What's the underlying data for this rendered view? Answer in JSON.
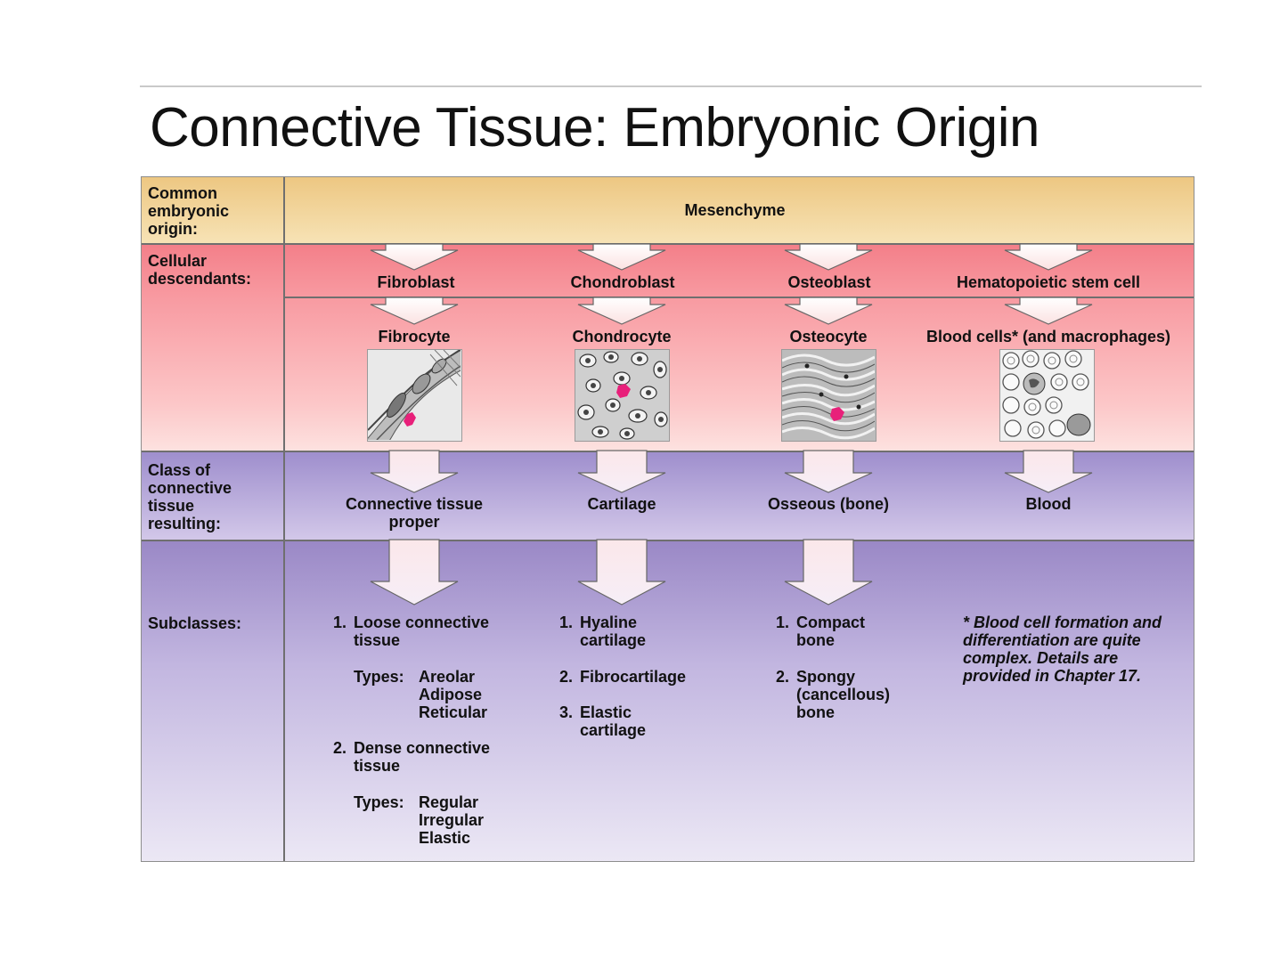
{
  "title": "Connective Tissue: Embryonic Origin",
  "row_labels": {
    "origin": "Common embryonic origin:",
    "descendants": "Cellular descendants:",
    "class": "Class of connective tissue resulting:",
    "subclasses": "Subclasses:"
  },
  "origin": "Mesenchyme",
  "columns": [
    {
      "blast": "Fibroblast",
      "cyte": "Fibrocyte",
      "class": "Connective tissue proper",
      "micrograph": "fibrocyte-micrograph"
    },
    {
      "blast": "Chondroblast",
      "cyte": "Chondrocyte",
      "class": "Cartilage",
      "micrograph": "chondrocyte-micrograph"
    },
    {
      "blast": "Osteoblast",
      "cyte": "Osteocyte",
      "class": "Osseous (bone)",
      "micrograph": "osteocyte-micrograph"
    },
    {
      "blast": "Hematopoietic stem cell",
      "cyte": "Blood cells* (and macrophages)",
      "class": "Blood",
      "micrograph": "blood-cells-micrograph"
    }
  ],
  "subclasses": {
    "ctp": {
      "item1_num": "1.",
      "item1": "Loose connective tissue",
      "types_label": "Types:",
      "types1": [
        "Areolar",
        "Adipose",
        "Reticular"
      ],
      "item2_num": "2.",
      "item2": "Dense connective tissue",
      "types2": [
        "Regular",
        "Irregular",
        "Elastic"
      ]
    },
    "cartilage": [
      {
        "num": "1.",
        "text": "Hyaline cartilage"
      },
      {
        "num": "2.",
        "text": "Fibrocartilage"
      },
      {
        "num": "3.",
        "text": "Elastic cartilage"
      }
    ],
    "bone": [
      {
        "num": "1.",
        "text": "Compact bone"
      },
      {
        "num": "2.",
        "text": "Spongy (cancellous) bone"
      }
    ],
    "blood_note": "* Blood cell formation and differentiation are quite complex. Details are provided in Chapter 17."
  },
  "colors": {
    "origin_band": "#edc782",
    "descendants_band": "#f37f89",
    "class_band": "#9e8ecd",
    "subclasses_band": "#9a88c6",
    "cell_marker": "#e8207a"
  }
}
